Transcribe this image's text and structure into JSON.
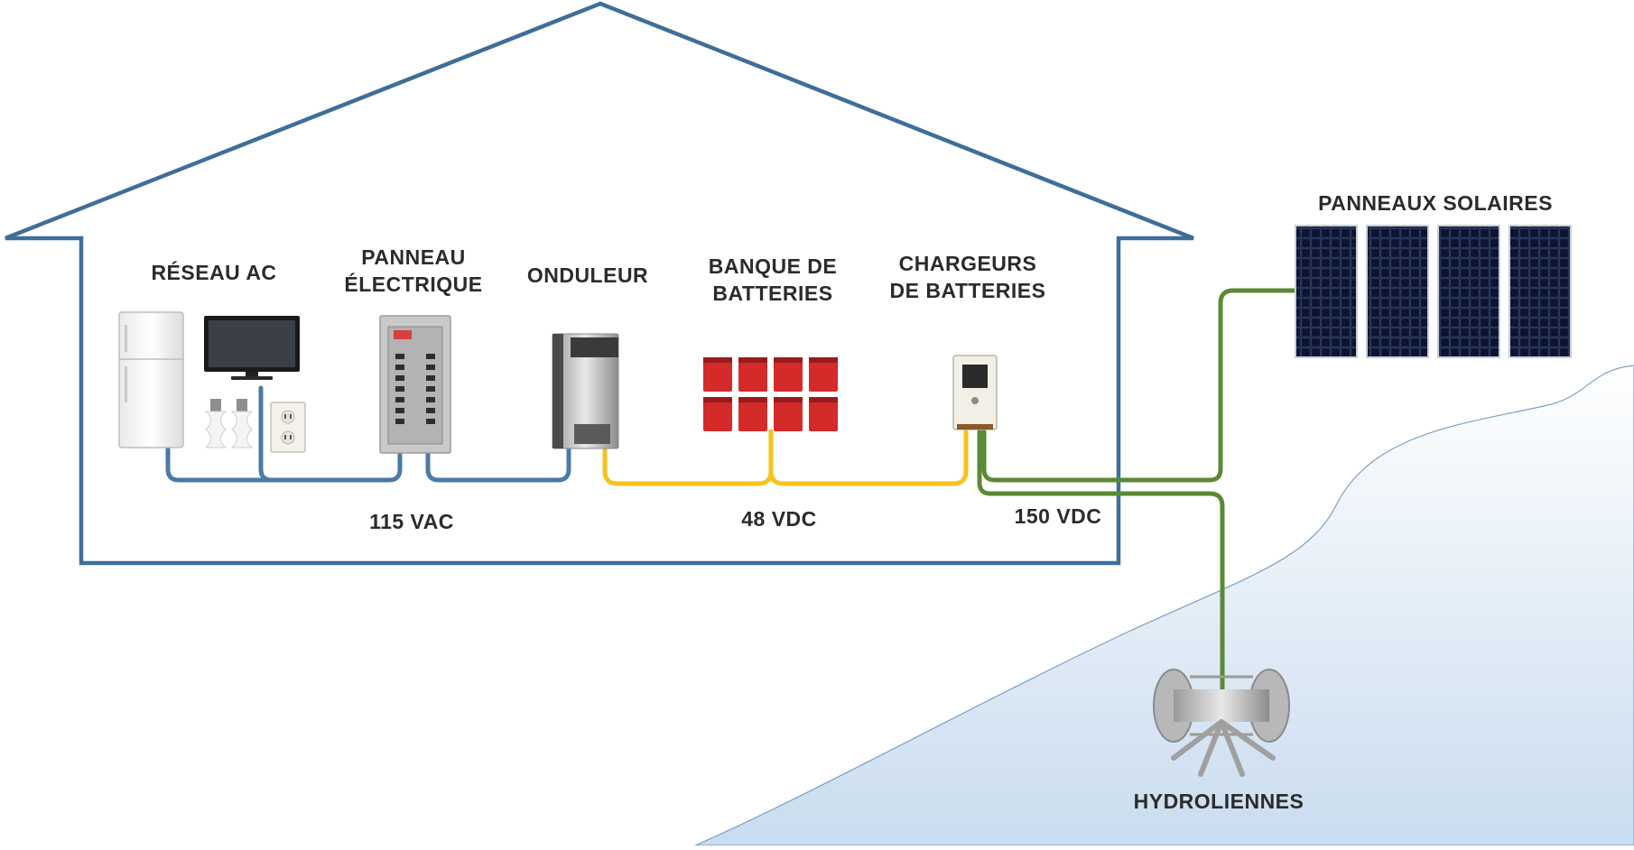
{
  "labels": {
    "ac_grid": "RÉSEAU AC",
    "electrical_panel": [
      "PANNEAU",
      "ÉLECTRIQUE"
    ],
    "inverter": "ONDULEUR",
    "battery_bank": [
      "BANQUE DE",
      "BATTERIES"
    ],
    "battery_chargers": [
      "CHARGEURS",
      "DE BATTERIES"
    ],
    "solar_panels": "PANNEAUX SOLAIRES",
    "hydro_turbines": "HYDROLIENNES"
  },
  "voltages": {
    "ac": "115 VAC",
    "dc_battery": "48 VDC",
    "dc_source": "150 VDC"
  },
  "colors": {
    "house_outline": "#3f6e9a",
    "ac_wire": "#4a7aa6",
    "dc_battery_wire": "#f7c21a",
    "dc_source_wire": "#5a8a35",
    "battery_red": "#d42a2a",
    "water_top": "#ffffff",
    "water_bottom": "#c9dcef"
  },
  "icons": [
    "refrigerator-icon",
    "television-icon",
    "light-bulb-icon",
    "wall-outlet-icon",
    "breaker-panel-icon",
    "inverter-icon",
    "battery-icon",
    "charge-controller-icon",
    "solar-panel-icon",
    "hydro-turbine-icon"
  ]
}
